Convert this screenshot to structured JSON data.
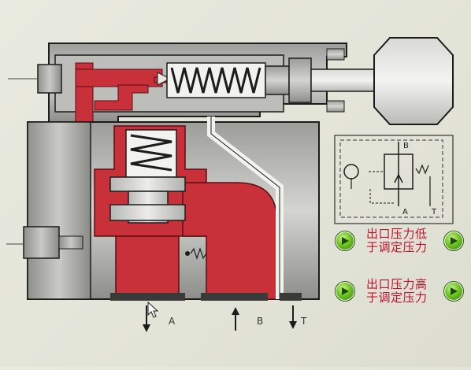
{
  "ports": {
    "a": "A",
    "b": "B",
    "t": "T"
  },
  "symbol": {
    "b": "B",
    "a": "A",
    "t": "T"
  },
  "controls": [
    {
      "line1": "出口压力低",
      "line2": "于调定压力"
    },
    {
      "line1": "出口压力高",
      "line2": "于调定压力"
    }
  ],
  "colors": {
    "oil": "#c8303a",
    "body": "#a9aaa6",
    "outline": "#1c1c1c",
    "label": "#c2122f",
    "button": "#6cc21f"
  }
}
